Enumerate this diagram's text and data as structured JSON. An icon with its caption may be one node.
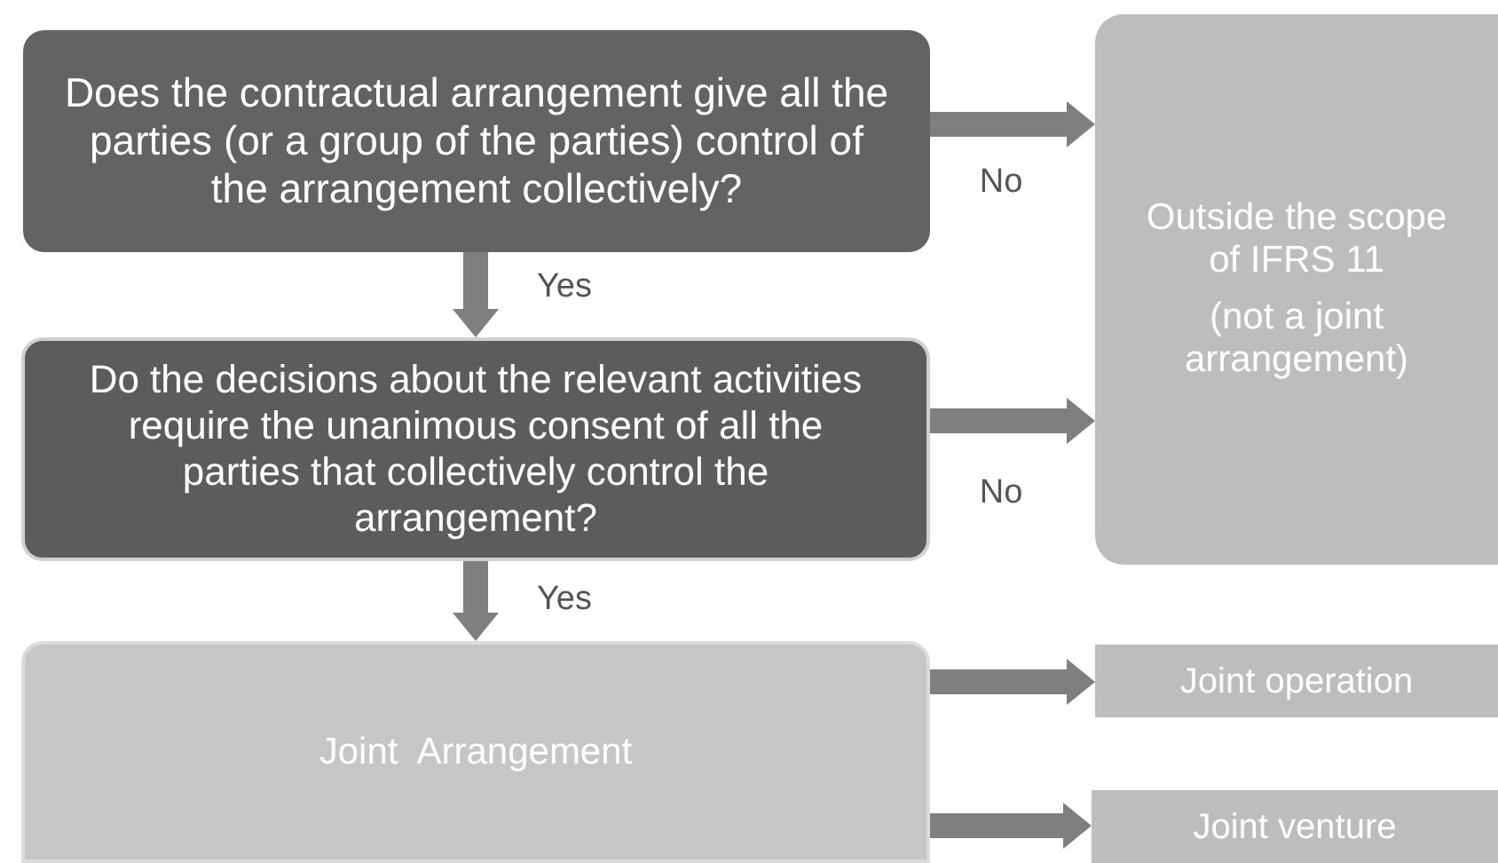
{
  "diagram": {
    "nodes": [
      {
        "text": [
          "Does the contractual arrangement give all the parties (or a group of the parties) control of the arrangement collectively?"
        ]
      },
      {
        "text": [
          "Do the decisions about the relevant activities require the unanimous consent of all the parties that collectively control the arrangement?"
        ]
      },
      {
        "text": [
          "Joint  Arrangement"
        ]
      },
      {
        "text": [
          "Outside the scope of IFRS 11",
          "(not a joint arrangement)"
        ]
      },
      {
        "text": [
          "Joint operation"
        ]
      },
      {
        "text": [
          "Joint venture"
        ]
      }
    ],
    "edges": [
      {
        "from": 0,
        "to": 3,
        "arrow": "to",
        "label": "No"
      },
      {
        "from": 0,
        "to": 1,
        "arrow": "to",
        "label": "Yes"
      },
      {
        "from": 1,
        "to": 3,
        "arrow": "to",
        "label": "No"
      },
      {
        "from": 1,
        "to": 2,
        "arrow": "to",
        "label": "Yes"
      },
      {
        "from": 2,
        "to": 4,
        "arrow": "to"
      },
      {
        "from": 2,
        "to": 5,
        "arrow": "to"
      }
    ]
  }
}
